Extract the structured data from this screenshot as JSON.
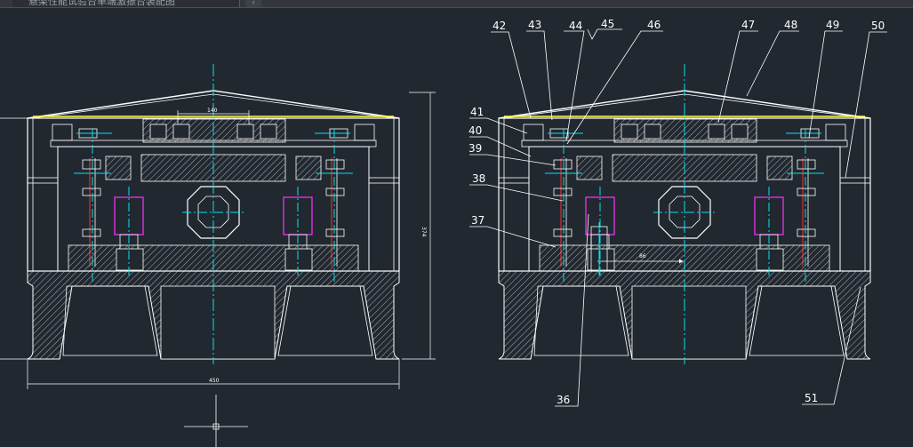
{
  "window": {
    "tab_title": "悬架性能试验台单端激振台装配图",
    "close_glyph": "‹"
  },
  "colors": {
    "background": "#212830",
    "outline": "#ffffff",
    "centerline": "#00e5ee",
    "magenta": "#ff33ff",
    "red": "#ff3030",
    "yellow": "#ffff40"
  },
  "drawing": {
    "dimensions": {
      "width_top": "140",
      "height_right": "374",
      "width_bottom": "450",
      "offset": "86"
    },
    "part_labels": [
      {
        "id": "label-42",
        "text": "42"
      },
      {
        "id": "label-43",
        "text": "43"
      },
      {
        "id": "label-44",
        "text": "44"
      },
      {
        "id": "label-45",
        "text": "45"
      },
      {
        "id": "label-46",
        "text": "46"
      },
      {
        "id": "label-47",
        "text": "47"
      },
      {
        "id": "label-48",
        "text": "48"
      },
      {
        "id": "label-49",
        "text": "49"
      },
      {
        "id": "label-50",
        "text": "50"
      },
      {
        "id": "label-41",
        "text": "41"
      },
      {
        "id": "label-40",
        "text": "40"
      },
      {
        "id": "label-39",
        "text": "39"
      },
      {
        "id": "label-38",
        "text": "38"
      },
      {
        "id": "label-37",
        "text": "37"
      },
      {
        "id": "label-36",
        "text": "36"
      },
      {
        "id": "label-51",
        "text": "51"
      }
    ]
  }
}
